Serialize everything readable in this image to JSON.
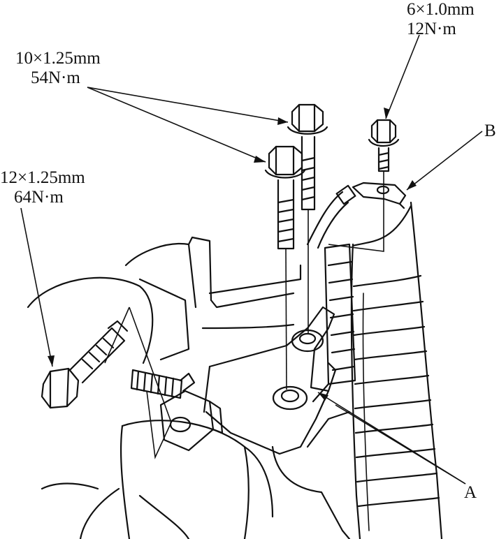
{
  "callouts": {
    "bolt_10": {
      "size": "10×1.25mm",
      "torque": "54N·m"
    },
    "bolt_12": {
      "size": "12×1.25mm",
      "torque": "64N·m"
    },
    "bolt_6": {
      "size": "6×1.0mm",
      "torque": "12N·m"
    },
    "part_a": "A",
    "part_b": "B"
  },
  "colors": {
    "ink": "#111111",
    "paper": "#ffffff"
  }
}
